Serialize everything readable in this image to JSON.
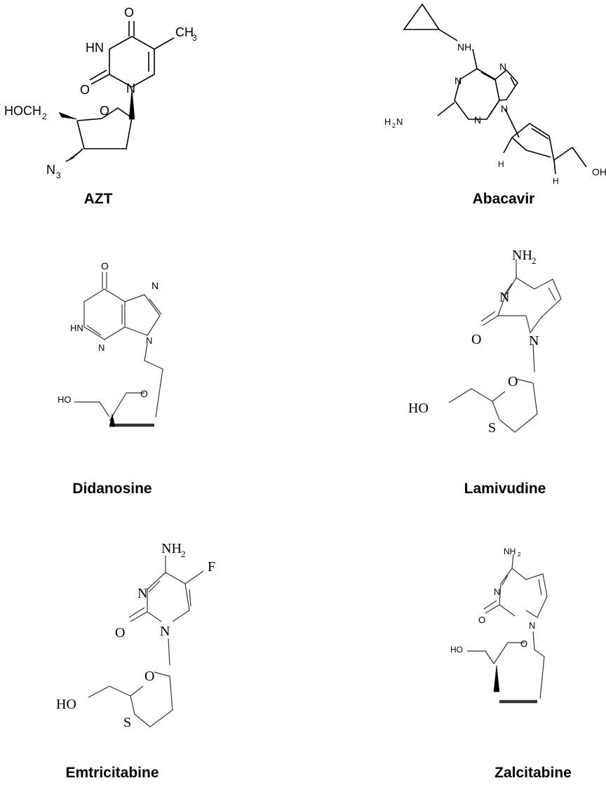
{
  "compounds": [
    {
      "name": "AZT",
      "atoms": {
        "o_top": "O",
        "hn": "HN",
        "ch3": "CH",
        "ch3_sub": "3",
        "o_left": "O",
        "n1": "N",
        "hoch2": "HOCH",
        "hoch2_sub": "2",
        "o_ring": "O",
        "n3": "N",
        "n3_sub": "3"
      }
    },
    {
      "name": "Abacavir",
      "atoms": {
        "nh": "NH",
        "n_left": "N",
        "n_right": "N",
        "n_imid": "N",
        "n_bottom": "N",
        "h2n": "H",
        "h2n_sub": "2",
        "h2n_n": "N",
        "h_left": "H",
        "h_right": "H",
        "oh": "OH"
      }
    },
    {
      "name": "Didanosine",
      "atoms": {
        "o_top": "O",
        "hn": "HN",
        "n_right": "N",
        "n_bottom": "N",
        "n9": "N",
        "ho": "HO",
        "o_ring": "O"
      }
    },
    {
      "name": "Lamivudine",
      "atoms": {
        "nh2": "NH",
        "nh2_sub": "2",
        "n3": "N",
        "o_left": "O",
        "n1": "N",
        "ho": "HO",
        "o_ring": "O",
        "s": "S"
      }
    },
    {
      "name": "Emtricitabine",
      "atoms": {
        "nh2": "NH",
        "nh2_sub": "2",
        "f": "F",
        "n3": "N",
        "o_left": "O",
        "n1": "N",
        "ho": "HO",
        "o_ring": "O",
        "s": "S"
      }
    },
    {
      "name": "Zalcitabine",
      "atoms": {
        "nh2": "NH",
        "nh2_sub": "2",
        "n3": "N",
        "o_left": "O",
        "n1": "N",
        "ho": "HO",
        "o_ring": "O"
      }
    }
  ]
}
